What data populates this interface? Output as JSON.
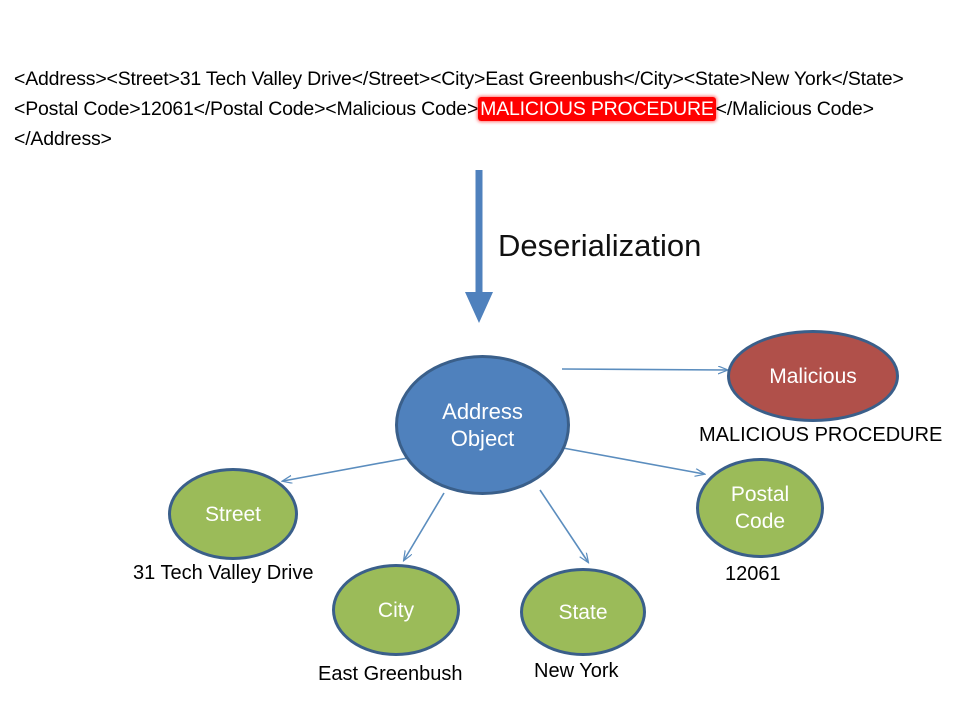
{
  "xml": {
    "segments": [
      {
        "text": "<Address><Street>31 Tech Valley Drive</Street><City>East Greenbush</City><State>New York</State><Postal Code>12061</Postal Code><Malicious Code>",
        "highlight": false
      },
      {
        "text": "MALICIOUS PROCEDURE",
        "highlight": true
      },
      {
        "text": "</Malicious Code></Address>",
        "highlight": false
      }
    ],
    "full_text": "<Address><Street>31 Tech Valley Drive</Street><City>East Greenbush</City><State>New York</State><Postal Code>12061</Postal Code><Malicious Code>MALICIOUS PROCEDURE</Malicious Code></Address>",
    "highlight_text": "MALICIOUS PROCEDURE",
    "highlight_color": "#FF0000",
    "highlight_text_color": "#FFFFFF"
  },
  "process": {
    "arrow_label": "Deserialization",
    "arrow_color": "#4F81BD",
    "arrow_direction": "down"
  },
  "diagram": {
    "type": "object-graph",
    "root": {
      "id": "address-object",
      "label_line1": "Address",
      "label_line2": "Object",
      "fill": "#4F81BD",
      "stroke": "#3A5F8A"
    },
    "nodes": [
      {
        "id": "malicious",
        "label_line1": "Malicious",
        "label_line2": "",
        "caption": "MALICIOUS PROCEDURE",
        "fill": "#B0504A",
        "stroke": "#3A5F8A"
      },
      {
        "id": "street",
        "label_line1": "Street",
        "label_line2": "",
        "caption": "31 Tech Valley Drive",
        "fill": "#9BBB59",
        "stroke": "#3A5F8A"
      },
      {
        "id": "city",
        "label_line1": "City",
        "label_line2": "",
        "caption": "East Greenbush",
        "fill": "#9BBB59",
        "stroke": "#3A5F8A"
      },
      {
        "id": "state",
        "label_line1": "State",
        "label_line2": "",
        "caption": "New York",
        "fill": "#9BBB59",
        "stroke": "#3A5F8A"
      },
      {
        "id": "postal-code",
        "label_line1": "Postal",
        "label_line2": "Code",
        "caption": "12061",
        "fill": "#9BBB59",
        "stroke": "#3A5F8A"
      }
    ],
    "edge_color": "#5B8DBE",
    "background": "#FFFFFF"
  }
}
